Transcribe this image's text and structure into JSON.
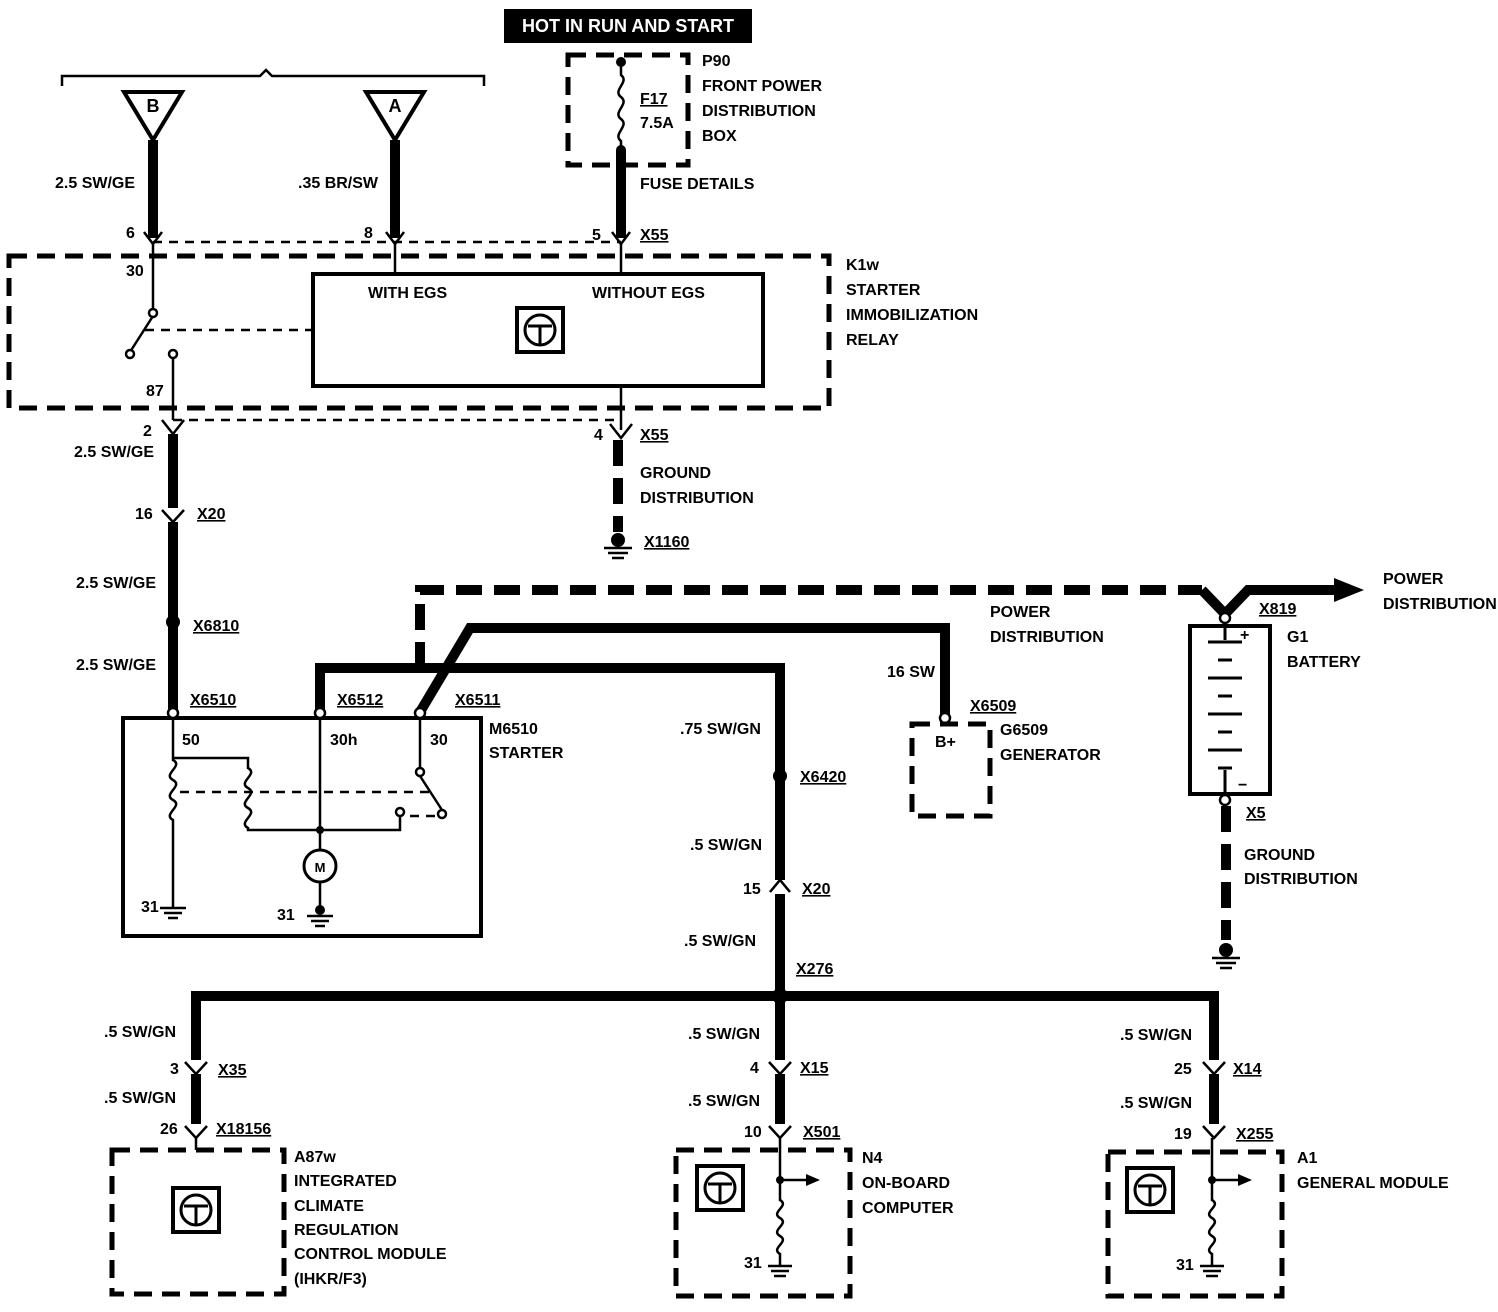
{
  "header": {
    "title": "HOT IN RUN AND START"
  },
  "fuse_box": {
    "id": "P90",
    "name_lines": [
      "FRONT POWER",
      "DISTRIBUTION",
      "BOX"
    ],
    "fuse_id": "F17",
    "fuse_rating": "7.5A",
    "details": "FUSE DETAILS"
  },
  "connectors": {
    "top_b": "B",
    "top_a": "A"
  },
  "wires": {
    "w_b": "2.5 SW/GE",
    "w_a": ".35 BR/SW",
    "w_k1_out": "2.5 SW/GE",
    "w_mid": "2.5 SW/GE",
    "w_x6810": "2.5 SW/GE",
    "w_16sw": "16 SW",
    "w_075": ".75 SW/GN",
    "w_05_a": ".5 SW/GN",
    "w_05_b": ".5  SW/GN",
    "w_05_l1": ".5 SW/GN",
    "w_05_l2": ".5 SW/GN",
    "w_05_c1": ".5 SW/GN",
    "w_05_c2": ".5 SW/GN",
    "w_05_r1": ".5 SW/GN",
    "w_05_r2": ".5 SW/GN"
  },
  "pins": {
    "p6a": "6",
    "p8": "8",
    "p5": "5",
    "p30": "30",
    "p87": "87",
    "p2": "2",
    "p4": "4",
    "p16": "16",
    "p50": "50",
    "p30h": "30h",
    "p30s": "30",
    "p31a": "31",
    "p31b": "31",
    "p15": "15",
    "p3": "3",
    "p26": "26",
    "p4b": "4",
    "p10": "10",
    "p25": "25",
    "p19": "19",
    "p31c": "31",
    "p31d": "31",
    "bplus": "B+"
  },
  "refs": {
    "x55a": "X55",
    "x55b": "X55",
    "x1160": "X1160",
    "x20a": "X20",
    "x6810": "X6810",
    "x6510": "X6510",
    "x6512": "X6512",
    "x6511": "X6511",
    "x6509": "X6509",
    "x6420": "X6420",
    "x20b": "X20",
    "x276": "X276",
    "x35": "X35",
    "x18156": "X18156",
    "x15": "X15",
    "x501": "X501",
    "x14": "X14",
    "x255": "X255",
    "x819": "X819",
    "x5": "X5"
  },
  "relay": {
    "id": "K1w",
    "name_lines": [
      "STARTER",
      "IMMOBILIZATION",
      "RELAY"
    ],
    "with_egs": "WITH EGS",
    "without_egs": "WITHOUT EGS"
  },
  "ground_dist_1": [
    "GROUND",
    "DISTRIBUTION"
  ],
  "ground_dist_2": [
    "GROUND",
    "DISTRIBUTION"
  ],
  "power_dist_1": [
    "POWER",
    "DISTRIBUTION"
  ],
  "power_dist_2": [
    "POWER",
    "DISTRIBUTION"
  ],
  "starter": {
    "id": "M6510",
    "name": "STARTER",
    "motor": "M"
  },
  "generator": {
    "id": "G6509",
    "name": "GENERATOR"
  },
  "battery": {
    "id": "G1",
    "name": "BATTERY",
    "plus": "+",
    "minus": "−"
  },
  "ihkr": {
    "id": "A87w",
    "name_lines": [
      "INTEGRATED",
      "CLIMATE",
      "REGULATION",
      "CONTROL MODULE",
      "(IHKR/F3)"
    ]
  },
  "obc": {
    "id": "N4",
    "name_lines": [
      "ON-BOARD",
      "COMPUTER"
    ]
  },
  "gm": {
    "id": "A1",
    "name": "GENERAL MODULE"
  }
}
